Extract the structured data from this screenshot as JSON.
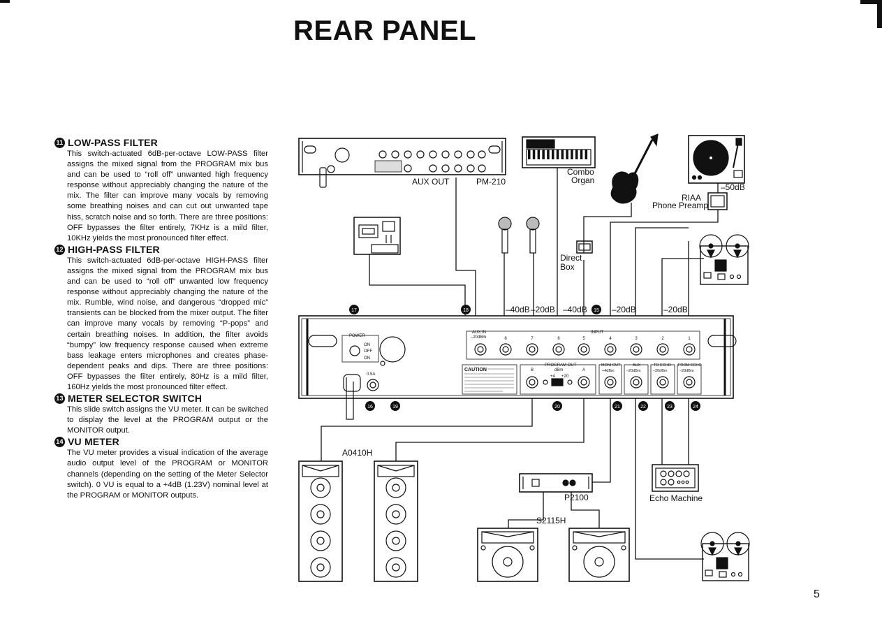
{
  "title": "REAR PANEL",
  "sections": [
    {
      "number": "11",
      "heading": "LOW-PASS FILTER",
      "body": "This switch-actuated 6dB-per-octave LOW-PASS filter assigns the mixed signal from the PROGRAM mix bus and can be used to “roll off” unwanted high frequency response without appreciably changing the nature of the mix. The filter can improve many vocals by removing some breathing noises and can cut out unwanted tape hiss, scratch noise and so forth. There are three positions: OFF bypasses the filter entirely, 7KHz is a mild filter, 10KHz yields the most pronounced filter effect."
    },
    {
      "number": "12",
      "heading": "HIGH-PASS FILTER",
      "body": "This switch-actuated 6dB-per-octave HIGH-PASS filter assigns the mixed signal from the PROGRAM mix bus and can be used to “roll off” unwanted low frequency response without appreciably changing the nature of the mix. Rumble, wind noise, and dangerous “dropped mic” transients can be blocked from the mixer output. The filter can improve many vocals by removing “P-pops” and certain breathing noises. In addition, the filter avoids “bumpy” low frequency response caused when extreme bass leakage enters microphones and creates phase-dependent peaks and dips. There are three positions: OFF bypasses the filter entirely, 80Hz is a mild filter, 160Hz yields the most pronounced filter effect."
    },
    {
      "number": "13",
      "heading": "METER SELECTOR SWITCH",
      "body": "This slide switch assigns the VU meter. It can be switched to display the level at the PROGRAM output or the MONITOR output."
    },
    {
      "number": "14",
      "heading": "VU METER",
      "body": "The VU meter provides a visual indication of the average audio output level of the PROGRAM or MONITOR channels (depending on the setting of the Meter Selector switch). 0 VU is equal to a +4dB (1.23V) nominal level at the PROGRAM or MONITOR outputs."
    }
  ],
  "diagram": {
    "labels": {
      "aux_out": "AUX OUT",
      "pm210": "PM-210",
      "combo": "Combo",
      "organ": "Organ",
      "riaa": "RIAA",
      "phone_preamp": "Phone Preamp",
      "minus50": "–50dB",
      "direct": "Direct",
      "box": "Box",
      "a0410h": "A0410H",
      "p2100": "P2100",
      "s2115h": "S2115H",
      "echo_machine": "Echo Machine"
    },
    "levels": [
      "–40dB",
      "–20dB",
      "–40dB",
      "–20dB",
      "–20dB"
    ],
    "callouts": [
      "17",
      "18",
      "15",
      "16",
      "19",
      "20",
      "21",
      "22",
      "23",
      "24"
    ],
    "panel": {
      "power": "POWER",
      "on": "ON",
      "off": "OFF",
      "fuse": "0.5A",
      "aux_in": "AUX IN",
      "aux_in_level": "–20dBm",
      "input": "INPUT",
      "channels": [
        "8",
        "7",
        "6",
        "5",
        "4",
        "3",
        "2",
        "1"
      ],
      "program_out": "PROGRAM OUT",
      "dbm": "dBm",
      "b": "B",
      "a": "A",
      "plus4": "+4",
      "plus20": "+20",
      "moni_out": "MONI OUT",
      "moni_level": "+4dBm",
      "aux": "AUX",
      "aux_level": "–20dBm",
      "to_echo": "TO ECHO",
      "to_echo_level": "–20dBm",
      "from_echo": "FROM ECHO",
      "from_echo_level": "–20dBm",
      "caution": "CAUTION"
    }
  },
  "page_number": "5"
}
